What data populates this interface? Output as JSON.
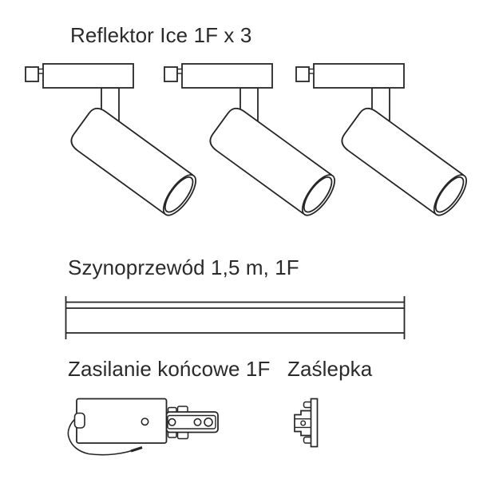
{
  "colors": {
    "background": "#ffffff",
    "line": "#262626",
    "text": "#2b2b2b"
  },
  "items": [
    {
      "id": "spotlights",
      "label": "Reflektor Ice 1F x 3",
      "illustration": "track-spotlight",
      "count": 3
    },
    {
      "id": "track",
      "label": "Szynoprzewód 1,5 m, 1F",
      "illustration": "track-rail"
    },
    {
      "id": "power-feed",
      "label": "Zasilanie końcowe 1F",
      "illustration": "end-power-feed-connector"
    },
    {
      "id": "end-cap",
      "label": "Zaślepka",
      "illustration": "end-cap"
    }
  ]
}
